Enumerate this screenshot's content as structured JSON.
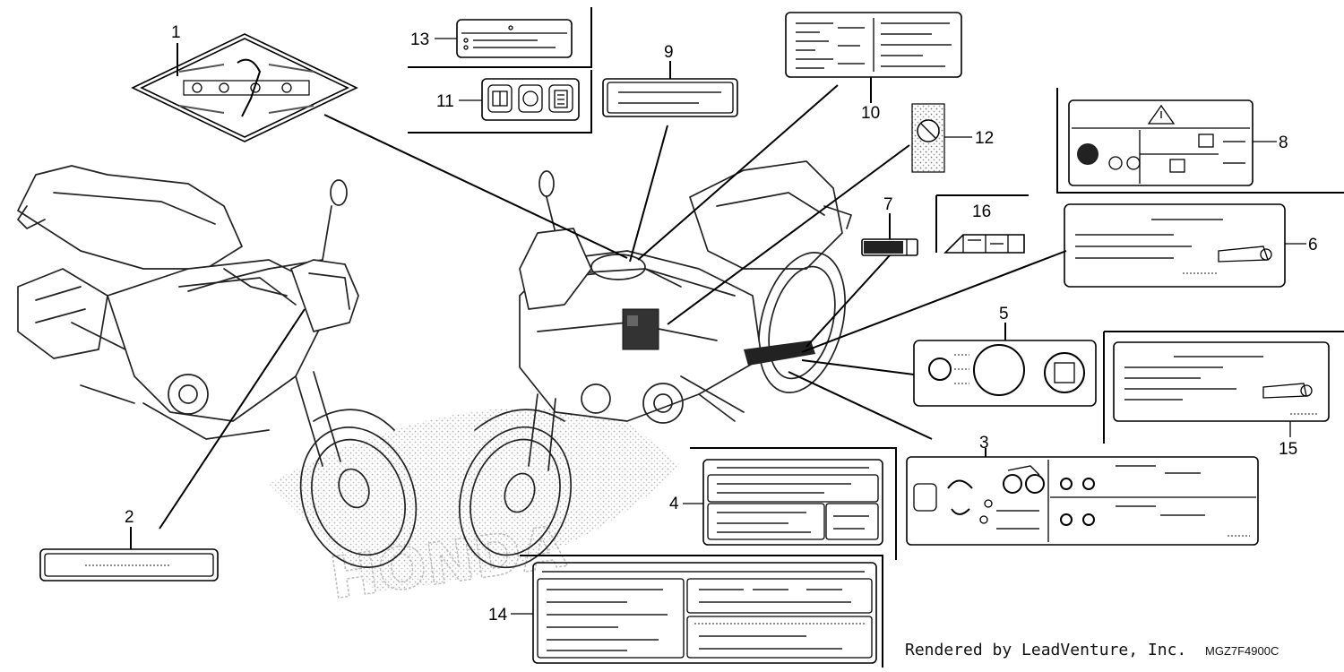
{
  "callouts": [
    {
      "id": "1",
      "label": "1"
    },
    {
      "id": "2",
      "label": "2"
    },
    {
      "id": "3",
      "label": "3"
    },
    {
      "id": "4",
      "label": "4"
    },
    {
      "id": "5",
      "label": "5"
    },
    {
      "id": "6",
      "label": "6"
    },
    {
      "id": "7",
      "label": "7"
    },
    {
      "id": "8",
      "label": "8"
    },
    {
      "id": "9",
      "label": "9"
    },
    {
      "id": "10",
      "label": "10"
    },
    {
      "id": "11",
      "label": "11"
    },
    {
      "id": "12",
      "label": "12"
    },
    {
      "id": "13",
      "label": "13"
    },
    {
      "id": "14",
      "label": "14"
    },
    {
      "id": "15",
      "label": "15"
    },
    {
      "id": "16",
      "label": "16"
    }
  ],
  "footer": {
    "rendered_by": "Rendered by LeadVenture, Inc.",
    "diagram_code": "MGZ7F4900C"
  },
  "watermark": "HONDA",
  "label_icons": {
    "emblem": "honda-ignition-security-system-emblem",
    "label_8": "warning-triangle-icon",
    "label_11": "manual-and-tools-icons",
    "label_12": "no-modification-icon",
    "label_5": "tire-pressure-gauge-icon"
  }
}
